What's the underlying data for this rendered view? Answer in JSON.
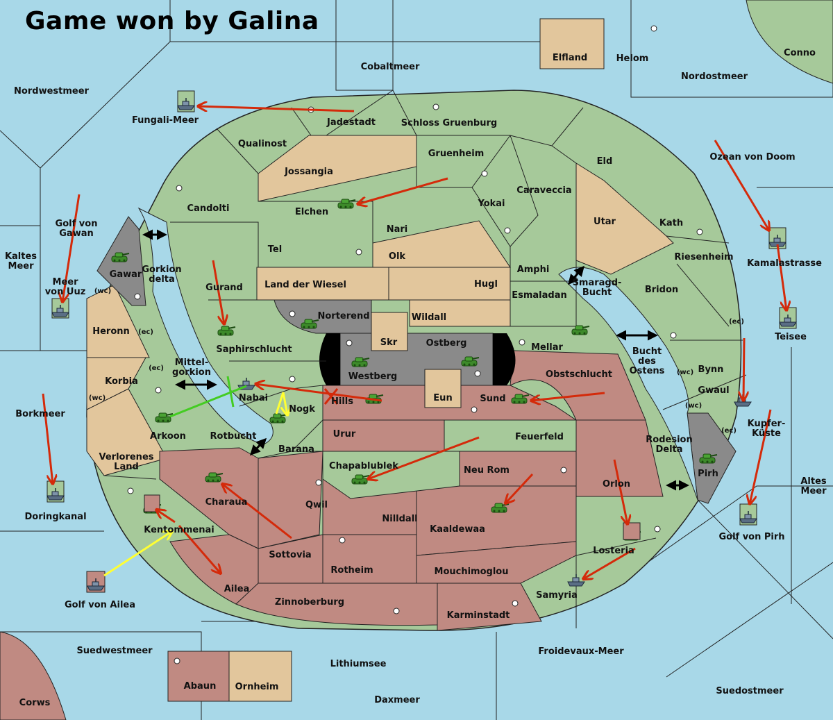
{
  "game": {
    "title": "Game won by Galina"
  },
  "colors": {
    "sea": "#a8d8e8",
    "green_player": "#a6c99a",
    "tan_player": "#e2c69c",
    "red_player": "#c08a82",
    "neutral_gray": "#8a8a8a",
    "move_arrow": "#d42a0a",
    "support_arrow": "#ffff33",
    "convoy_line": "#44cc22"
  },
  "seas": {
    "nordwestmeer": "Nordwestmeer",
    "cobaltmeer": "Cobaltmeer",
    "nordostmeer": "Nordostmeer",
    "conno": "Conno",
    "fungali_meer": "Fungali-Meer",
    "golf_von_gawan": "Golf von\nGawan",
    "kaltes_meer": "Kaltes\nMeer",
    "meer_von_uuz": "Meer\nvon Uuz",
    "mittelgorkion": "Mittel-\ngorkion",
    "gorkion_delta": "Gorkion\ndelta",
    "borkmeer": "Borkmeer",
    "rotbucht": "Rotbucht",
    "doringkanal": "Doringkanal",
    "golf_von_ailea": "Golf von Ailea",
    "suedwestmeer": "Suedwestmeer",
    "corws": "Corws",
    "lithiumsee": "Lithiumsee",
    "daxmeer": "Daxmeer",
    "froidevaux_meer": "Froidevaux-Meer",
    "suedostmeer": "Suedostmeer",
    "golf_von_pirh": "Golf von Pirh",
    "altes_meer": "Altes\nMeer",
    "kupferkueste": "Kupfer-\nKüste",
    "teisee": "Teisee",
    "kamalastrasse": "Kamalastrasse",
    "ozean_von_doom": "Ozean von Doom",
    "bucht_des_ostens": "Bucht\ndes\nOstens",
    "smaragd_bucht": "Smaragd-\nBucht",
    "rodesion_delta": "Rodesion\nDelta"
  },
  "lands": {
    "elfland": "Elfland",
    "helom": "Helom",
    "jadestadt": "Jadestadt",
    "schloss_gruenburg": "Schloss Gruenburg",
    "qualinost": "Qualinost",
    "jossangia": "Jossangia",
    "gruenheim": "Gruenheim",
    "eld": "Eld",
    "candolti": "Candolti",
    "elchen": "Elchen",
    "yokai": "Yokai",
    "caraveccia": "Caraveccia",
    "nari": "Nari",
    "utar": "Utar",
    "kath": "Kath",
    "tel": "Tel",
    "olk": "Olk",
    "amphi": "Amphi",
    "riesenheim": "Riesenheim",
    "gawar": "Gawar",
    "gurand": "Gurand",
    "land_der_wiesel": "Land der Wiesel",
    "hugl": "Hugl",
    "esmaladan": "Esmaladan",
    "bridon": "Bridon",
    "heronn": "Heronn",
    "norterend": "Norterend",
    "wildall": "Wildall",
    "skr": "Skr",
    "ostberg": "Ostberg",
    "mellar": "Mellar",
    "saphirschlucht": "Saphirschlucht",
    "westberg": "Westberg",
    "korbia": "Korbia",
    "obstschlucht": "Obstschlucht",
    "bynn": "Bynn",
    "gwaul": "Gwaul",
    "nabai": "Nabai",
    "hills": "Hills",
    "eun": "Eun",
    "sund": "Sund",
    "nogk": "Nogk",
    "arkoon": "Arkoon",
    "urur": "Urur",
    "feuerfeld": "Feuerfeld",
    "barana": "Barana",
    "verlorenes_land": "Verlorenes\nLand",
    "chapablublek": "Chapablublek",
    "neu_rom": "Neu Rom",
    "pirh": "Pirh",
    "orlon": "Orlon",
    "charaua": "Charaua",
    "qwil": "Qwil",
    "nilldall": "Nilldall",
    "kaaldewaa": "Kaaldewaa",
    "kentommenai": "Kentommenai",
    "sottovia": "Sottovia",
    "losteria": "Losteria",
    "rotheim": "Rotheim",
    "mouchimoglou": "Mouchimoglou",
    "ailea": "Ailea",
    "samyria": "Samyria",
    "zinnoberburg": "Zinnoberburg",
    "karminstadt": "Karminstadt",
    "abaun": "Abaun",
    "ornheim": "Ornheim"
  },
  "coasts": {
    "wc": "(wc)",
    "ec": "(ec)"
  },
  "legend_icons": {
    "army": "tank-icon",
    "fleet": "ship-icon",
    "supply_center": "supply-center-dot"
  }
}
